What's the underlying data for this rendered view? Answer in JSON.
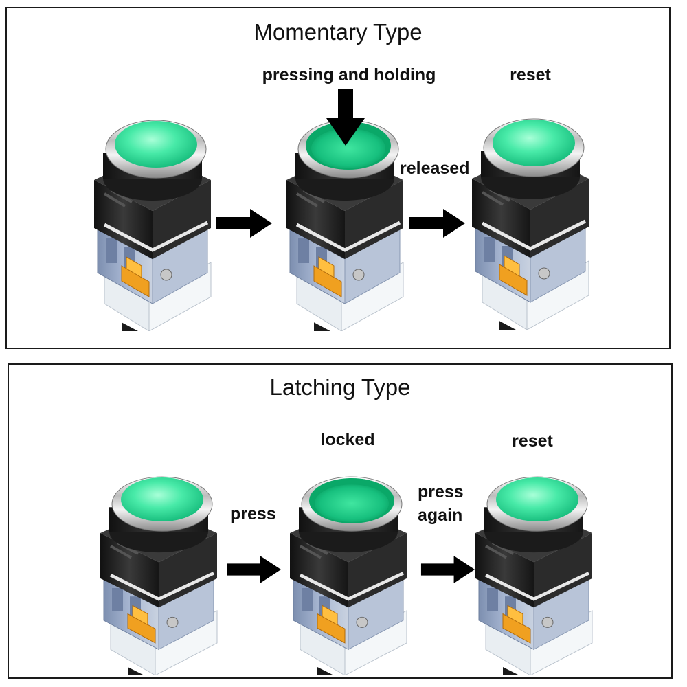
{
  "momentary": {
    "title": "Momentary Type",
    "labels": {
      "pressing": "pressing and holding",
      "released": "released",
      "reset": "reset"
    }
  },
  "latching": {
    "title": "Latching Type",
    "labels": {
      "press": "press",
      "locked": "locked",
      "press_again_line1": "press",
      "press_again_line2": "again",
      "reset": "reset"
    }
  },
  "colors": {
    "button_green": "#3ee8a4",
    "bezel_silver": "#d9d9d9",
    "body_black": "#222222",
    "base_grey": "#8fa3c0",
    "terminal_orange": "#f0a020",
    "arrow": "#000000"
  },
  "icons": [
    "push-button-switch",
    "right-arrow-icon",
    "down-arrow-icon"
  ]
}
